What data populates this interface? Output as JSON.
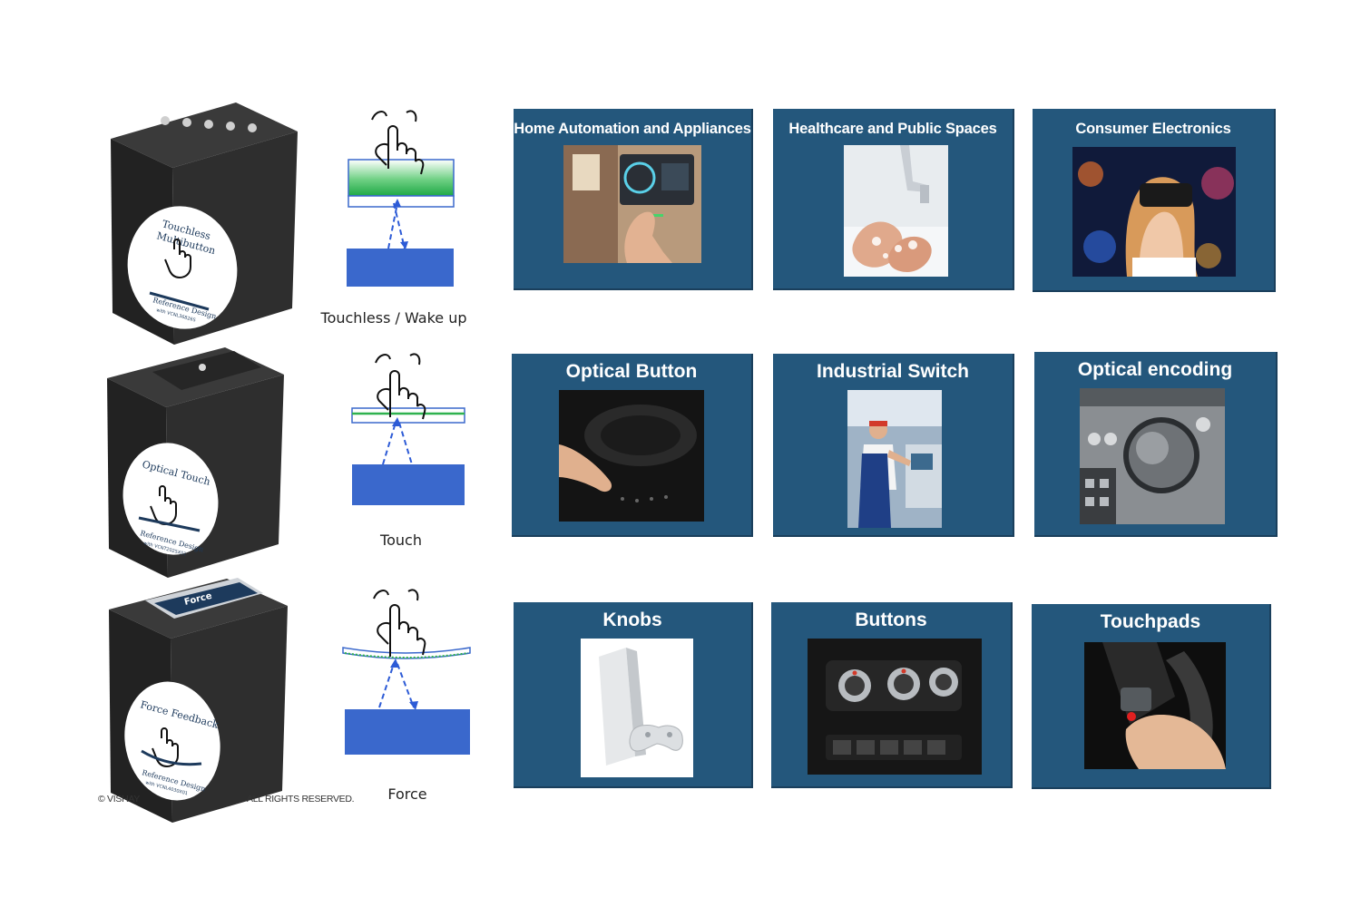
{
  "devices": [
    {
      "label_line1": "Touchless",
      "label_line2": "Multibutton",
      "footer_line1": "Reference Design",
      "footer_line2": "with VCNL36826S"
    },
    {
      "label_line1": "Optical Touch",
      "label_line2": "",
      "footer_line1": "Reference Design",
      "footer_line2": "with VCNT2025X01"
    },
    {
      "label_line1": "Force Feedback",
      "label_line2": "",
      "footer_line1": "Reference Design",
      "footer_line2": "with VCNL4030X01",
      "lid_label": "Force"
    }
  ],
  "modes": [
    {
      "label": "Touchless / Wake up"
    },
    {
      "label": "Touch"
    },
    {
      "label": "Force"
    }
  ],
  "copyright": {
    "left": "© VISHAY",
    "right": "ALL RIGHTS RESERVED."
  },
  "applications": [
    {
      "title": "Home Automation and Appliances",
      "image": "smart-thermostat-photo"
    },
    {
      "title": "Healthcare and Public Spaces",
      "image": "hand-washing-photo"
    },
    {
      "title": "Consumer Electronics",
      "image": "vr-headset-photo"
    },
    {
      "title": "Optical Button",
      "image": "cooktop-photo"
    },
    {
      "title": "Industrial Switch",
      "image": "factory-worker-photo"
    },
    {
      "title": "Optical encoding",
      "image": "oven-knob-photo"
    },
    {
      "title": "Knobs",
      "image": "game-console-photo"
    },
    {
      "title": "Buttons",
      "image": "car-dashboard-knobs-photo"
    },
    {
      "title": "Touchpads",
      "image": "car-center-console-photo"
    }
  ],
  "colors": {
    "tile_bg": "#24577c",
    "sensor_blue": "#3a68cc",
    "arrow_blue": "#2d5bd6",
    "green_layer": "#2fb24f",
    "device_body": "#2b2b2b"
  }
}
